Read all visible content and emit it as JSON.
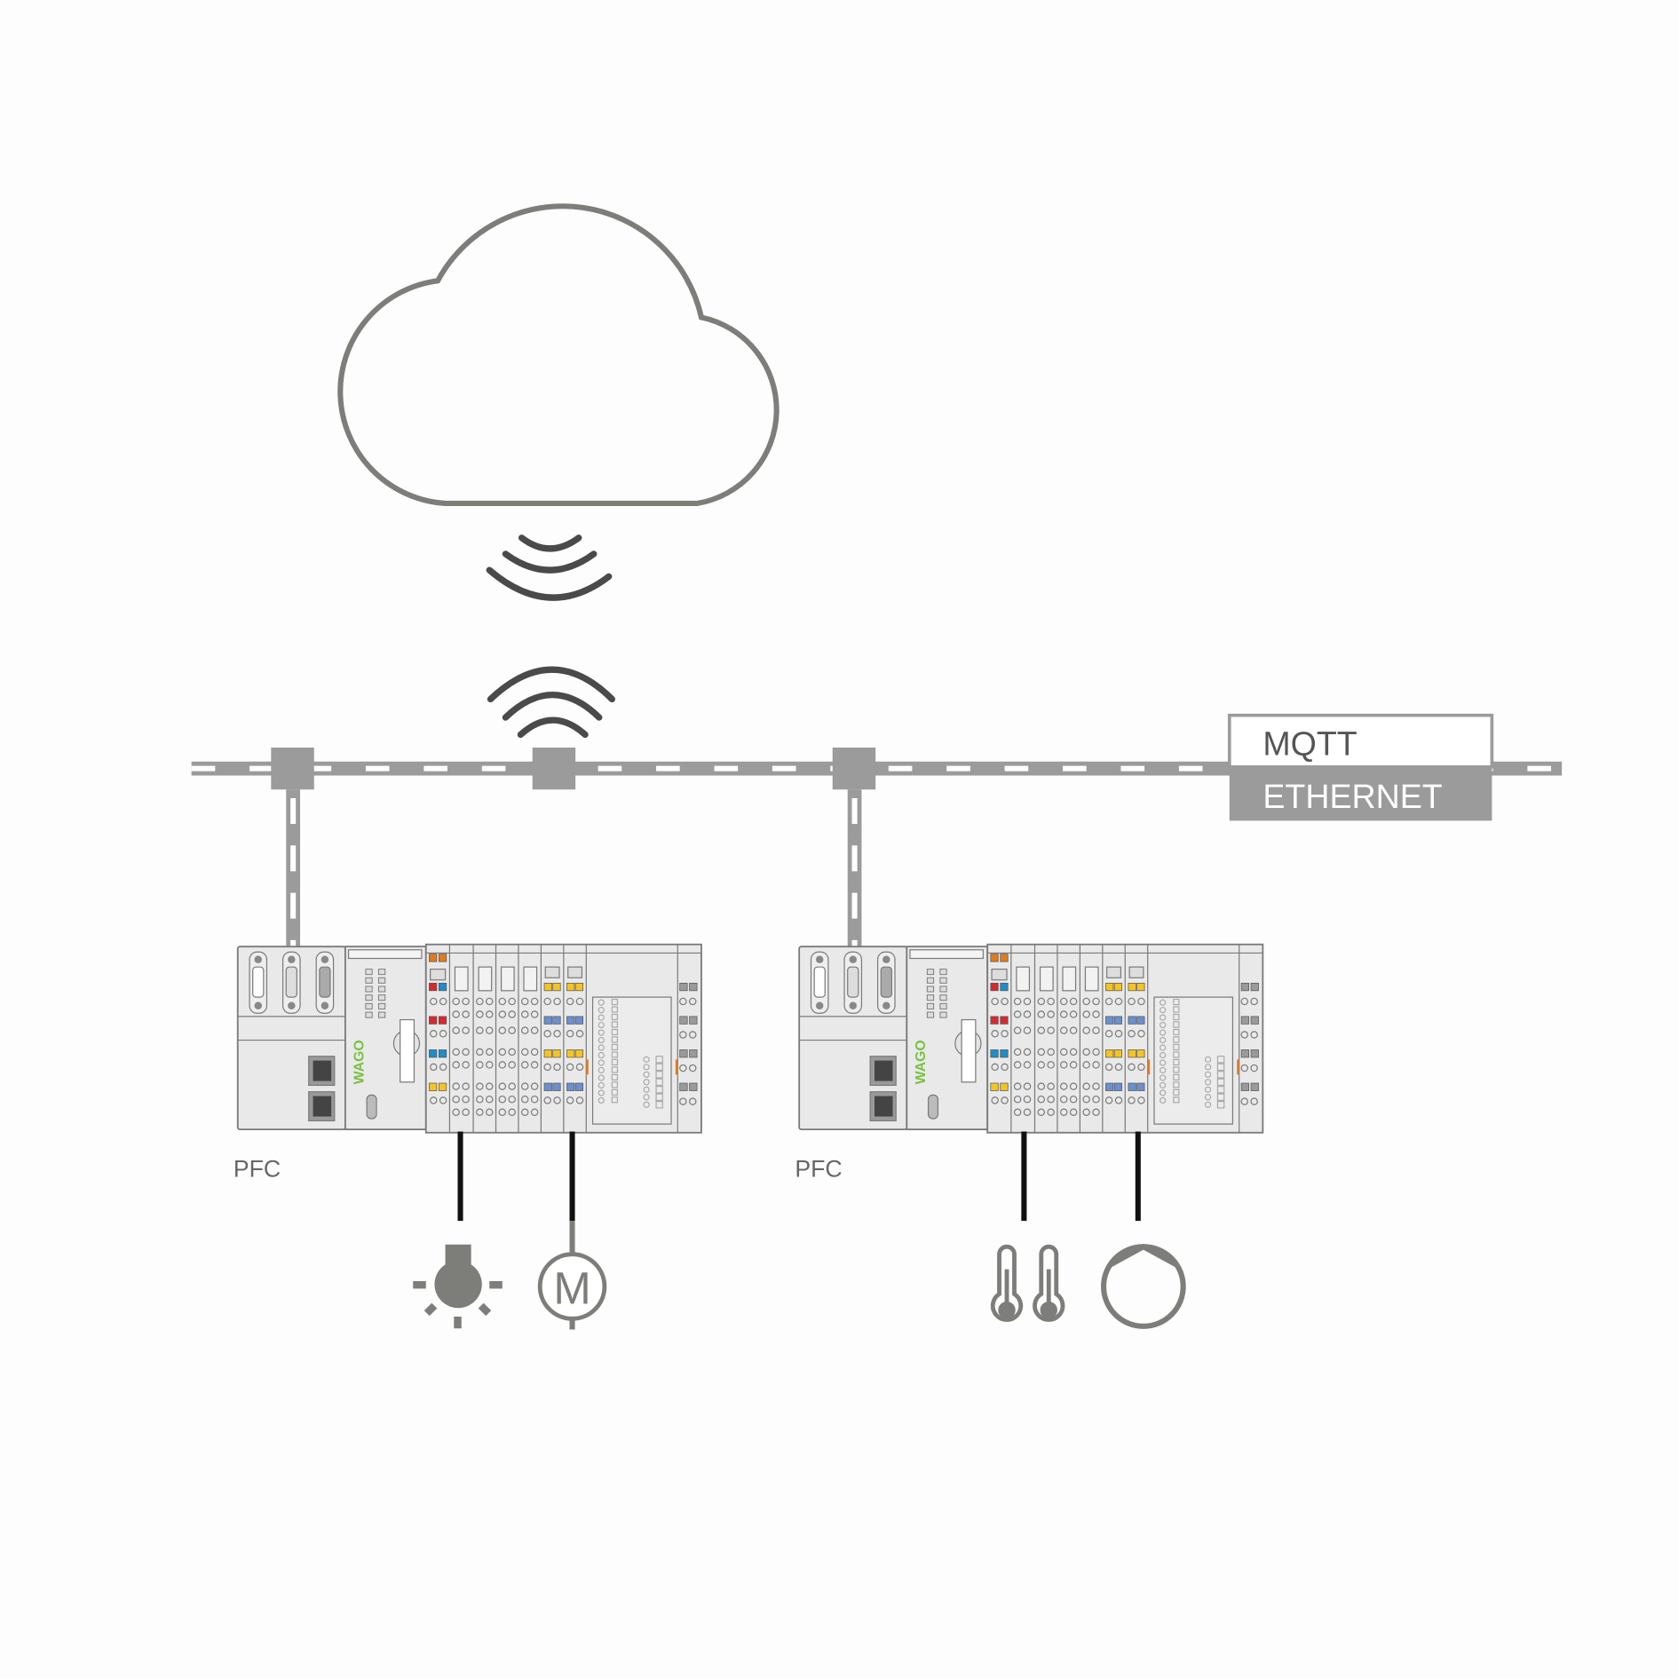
{
  "legend": {
    "protocol_label": "MQTT",
    "network_label": "ETHERNET"
  },
  "controllers": [
    {
      "label": "PFC",
      "brand": "WAGO",
      "field_devices": [
        "lamp-icon",
        "motor-icon"
      ]
    },
    {
      "label": "PFC",
      "brand": "WAGO",
      "field_devices": [
        "thermometer-icon",
        "pump-icon"
      ]
    }
  ],
  "colors": {
    "cloud_outline": "#7d7d7a",
    "wireless": "#4a4a4a",
    "bus": "#9b9b9b",
    "legend_fill": "#9b9b9b",
    "brand_green": "#7ac143",
    "device_gray": "#7d7d7a"
  }
}
